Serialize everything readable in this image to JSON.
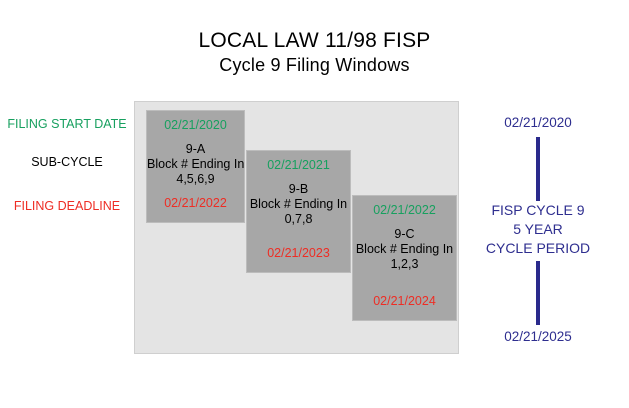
{
  "title": {
    "line1": "LOCAL LAW 11/98 FISP",
    "line2": "Cycle 9 Filing Windows"
  },
  "axis_labels": {
    "filing_start_date": "FILING START DATE",
    "sub_cycle": "SUB-CYCLE",
    "filing_deadline": "FILING DEADLINE"
  },
  "colors": {
    "filing_start": "#17a05f",
    "filing_deadline": "#ee2d24",
    "sub_cycle_text": "#000000",
    "cycle_period": "#2e2e8f",
    "timeline_bar": "#2a2a8c",
    "box_fill": "#a7a7a7",
    "panel_fill": "#e4e4e4"
  },
  "sub_cycles": [
    {
      "id": "9-A",
      "start_date": "02/21/2020",
      "name": "9-A",
      "rule_line1": "Block # Ending In",
      "rule_line2": "4,5,6,9",
      "deadline": "02/21/2022"
    },
    {
      "id": "9-B",
      "start_date": "02/21/2021",
      "name": "9-B",
      "rule_line1": "Block # Ending In",
      "rule_line2": "0,7,8",
      "deadline": "02/21/2023"
    },
    {
      "id": "9-C",
      "start_date": "02/21/2022",
      "name": "9-C",
      "rule_line1": "Block # Ending In",
      "rule_line2": "1,2,3",
      "deadline": "02/21/2024"
    }
  ],
  "cycle_period": {
    "start_date": "02/21/2020",
    "end_date": "02/21/2025",
    "caption_line1": "FISP CYCLE 9",
    "caption_line2": "5 YEAR",
    "caption_line3": "CYCLE PERIOD"
  }
}
